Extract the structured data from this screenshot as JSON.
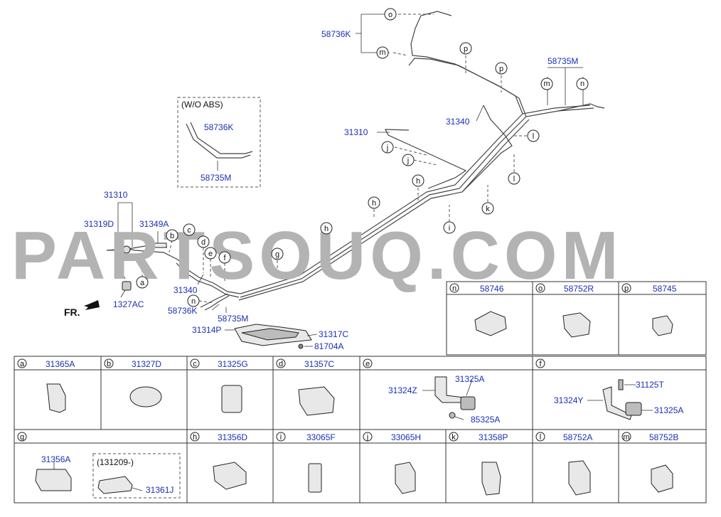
{
  "watermark": "PARTSOUQ.COM",
  "direction_label": "FR.",
  "wo_abs_label": "(W/O ABS)",
  "date_note": "(131209-)",
  "callouts": {
    "pn_58736K_top": "58736K",
    "pn_58735M_top": "58735M",
    "pn_31340_top": "31340",
    "pn_31310_mid": "31310",
    "pn_58736K_box": "58736K",
    "pn_58735M_box": "58735M",
    "pn_31310_left": "31310",
    "pn_31319D": "31319D",
    "pn_31349A": "31349A",
    "pn_1327AC": "1327AC",
    "pn_31340_low": "31340",
    "pn_58736K_low": "58736K",
    "pn_58735M_low": "58735M",
    "pn_31314P": "31314P",
    "pn_31317C": "31317C",
    "pn_81704A": "81704A"
  },
  "circle_letters": {
    "o": "o",
    "m": "m",
    "p": "p",
    "n": "n",
    "l": "l",
    "j": "j",
    "h": "h",
    "i": "i",
    "k": "k",
    "a": "a",
    "b": "b",
    "c": "c",
    "d": "d",
    "e": "e",
    "f": "f",
    "g": "g"
  },
  "parts_table": {
    "top_row": [
      {
        "letter": "n",
        "part": "58746"
      },
      {
        "letter": "o",
        "part": "58752R"
      },
      {
        "letter": "p",
        "part": "58745"
      }
    ],
    "row1": [
      {
        "letter": "a",
        "part": "31365A"
      },
      {
        "letter": "b",
        "part": "31327D"
      },
      {
        "letter": "c",
        "part": "31325G"
      },
      {
        "letter": "d",
        "part": "31357C"
      },
      {
        "letter": "e",
        "part": ""
      },
      {
        "letter": "f",
        "part": ""
      }
    ],
    "row2": [
      {
        "letter": "g",
        "part": ""
      },
      {
        "letter": "h",
        "part": "31356D"
      },
      {
        "letter": "i",
        "part": "33065F"
      },
      {
        "letter": "j",
        "part": "33065H"
      },
      {
        "letter": "k",
        "part": "31358P"
      },
      {
        "letter": "l",
        "part": "58752A"
      },
      {
        "letter": "m",
        "part": "58752B"
      }
    ],
    "cell_e_parts": {
      "bracket": "31324Z",
      "clamp": "31325A",
      "bolt": "85325A"
    },
    "cell_f_parts": {
      "bolt": "31125T",
      "bracket": "31324Y",
      "clamp": "31325A"
    },
    "cell_g_parts": {
      "left": "31356A",
      "right": "31361J"
    }
  }
}
